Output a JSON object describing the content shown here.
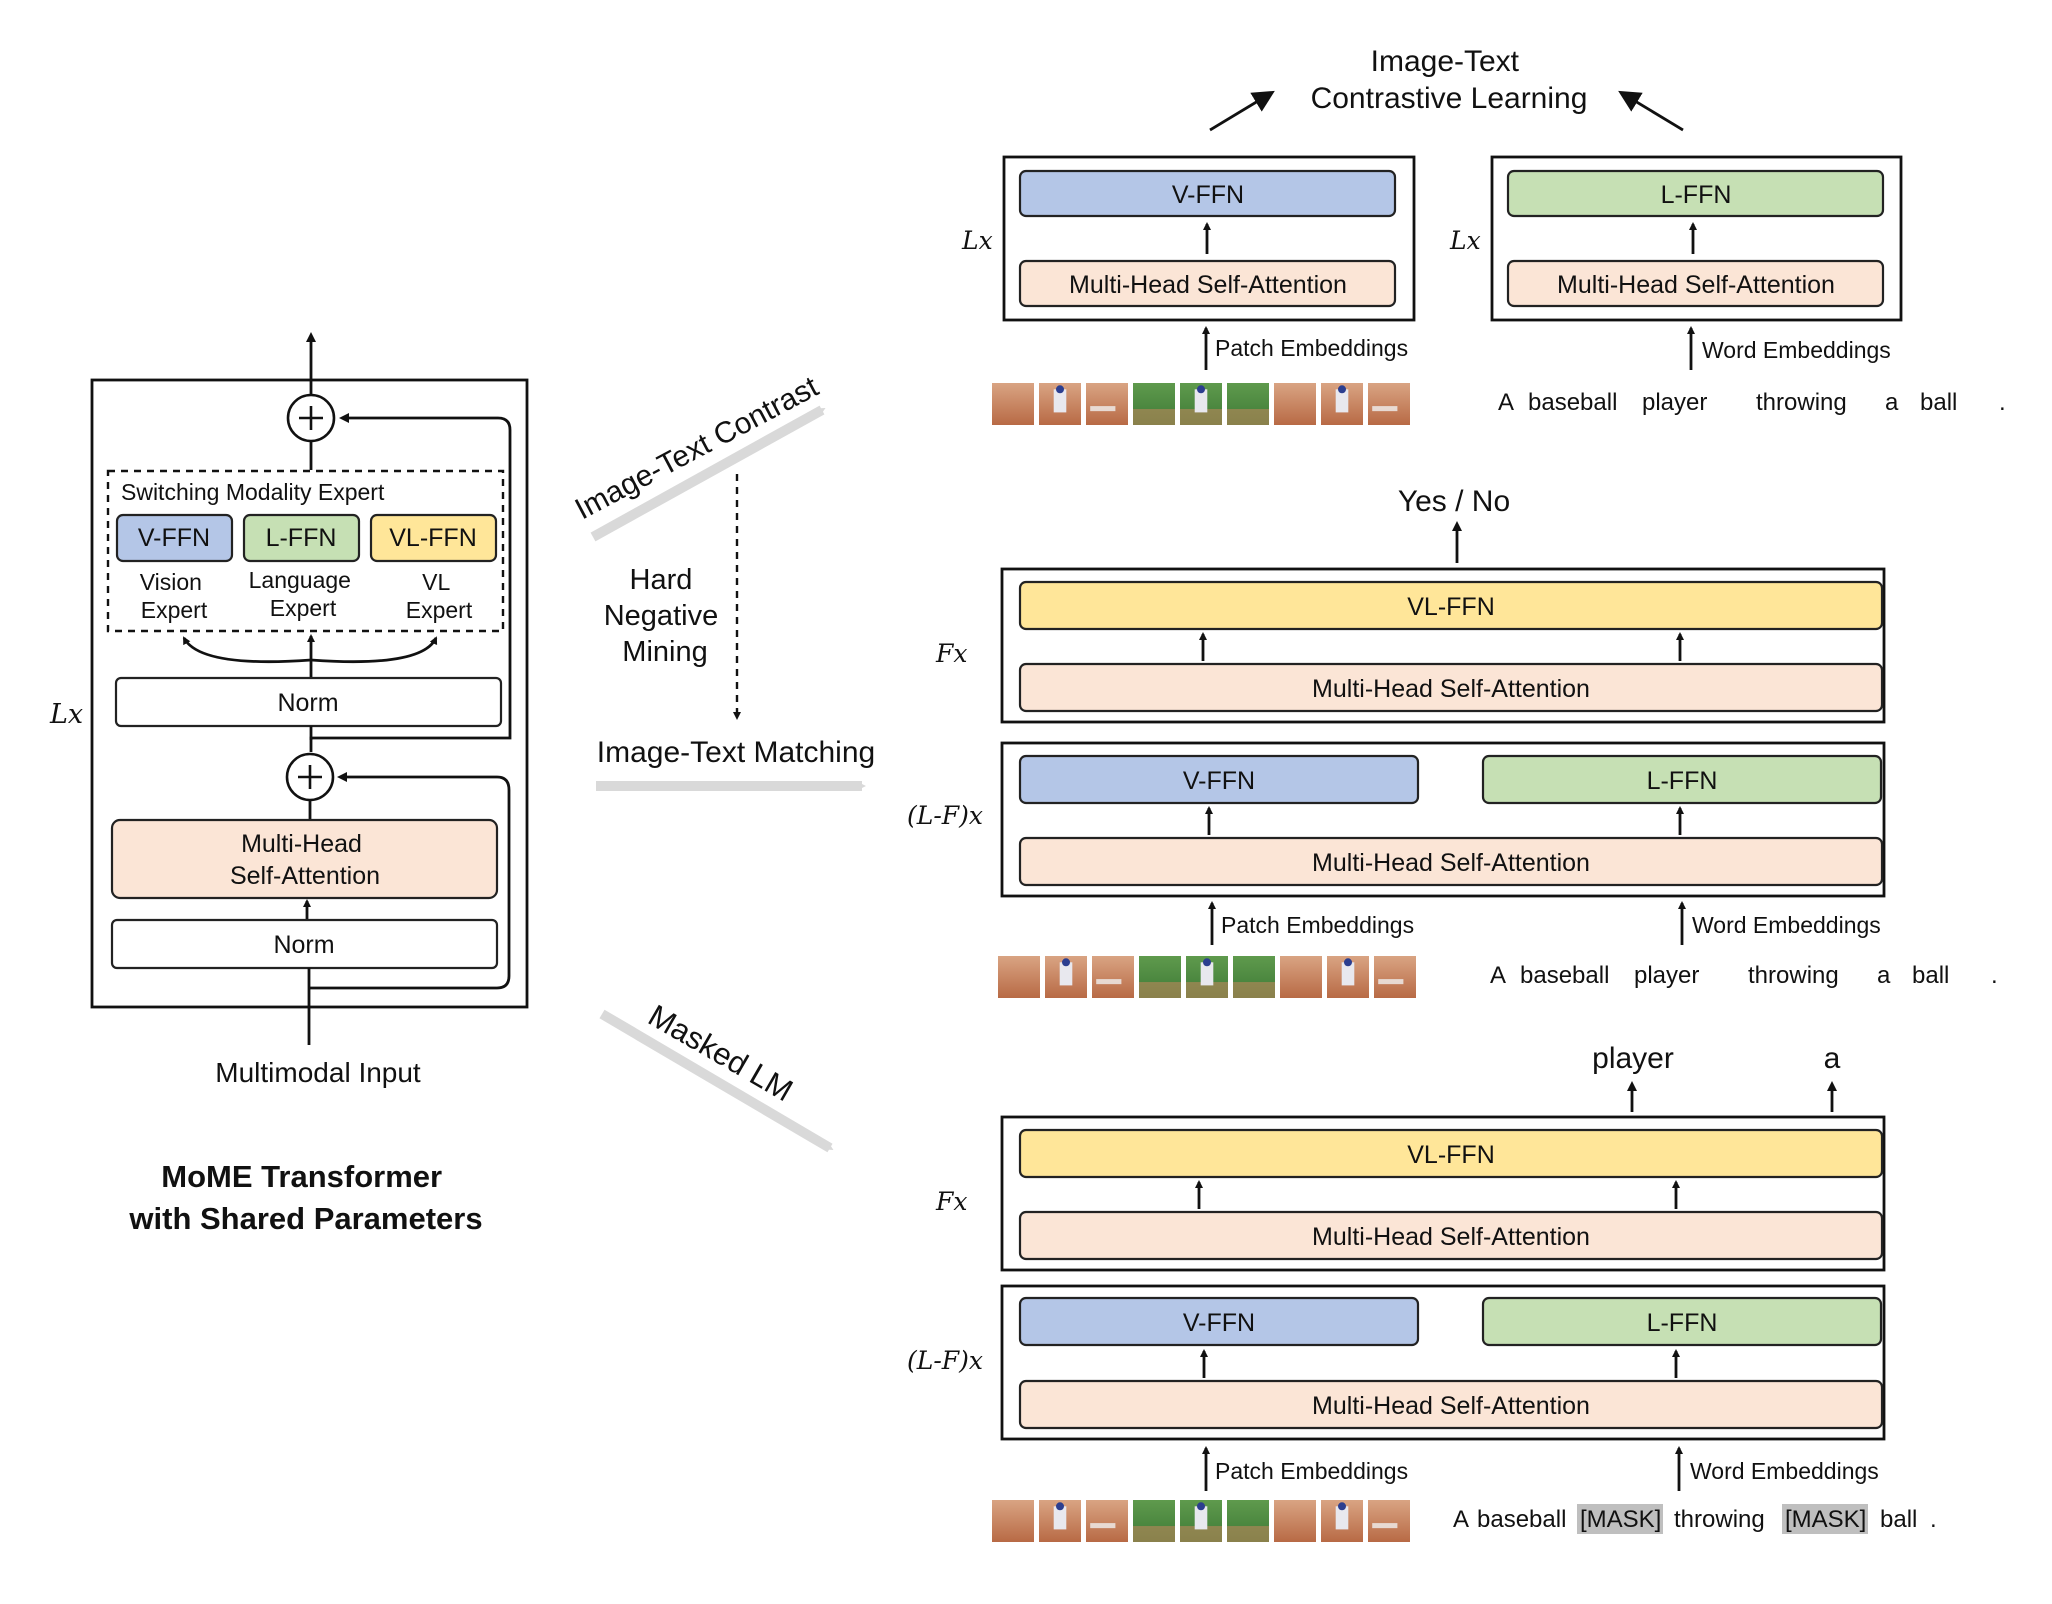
{
  "colors": {
    "vision": "#b4c6e7",
    "language": "#c6e0b4",
    "vl": "#ffe699",
    "attention": "#fbe5d6",
    "task_arrow": "#d9d9d9",
    "mask": "#bfbfbf"
  },
  "left": {
    "switching_label": "Switching Modality Expert",
    "v_ffn": "V-FFN",
    "l_ffn": "L-FFN",
    "vl_ffn": "VL-FFN",
    "vision_expert": [
      "Vision",
      "Expert"
    ],
    "language_expert": [
      "Language",
      "Expert"
    ],
    "vl_expert": [
      "VL",
      "Expert"
    ],
    "norm": "Norm",
    "mhsa": [
      "Multi-Head",
      "Self-Attention"
    ],
    "repeat": "Lx",
    "input": "Multimodal Input",
    "caption": [
      "MoME Transformer",
      "with Shared Parameters"
    ]
  },
  "tasks": {
    "contrast": "Image-Text Contrast",
    "hard_negative": [
      "Hard",
      "Negative",
      "Mining"
    ],
    "matching": "Image-Text Matching",
    "mlm": "Masked LM"
  },
  "itc": {
    "title": [
      "Image-Text",
      "Contrastive Learning"
    ],
    "v_ffn": "V-FFN",
    "l_ffn": "L-FFN",
    "mhsa": "Multi-Head Self-Attention",
    "repeat": "Lx",
    "patch_label": "Patch Embeddings",
    "word_label": "Word Embeddings",
    "sentence": [
      "A",
      "baseball",
      "player",
      "throwing",
      "a",
      "ball",
      "."
    ]
  },
  "itm": {
    "output": "Yes / No",
    "vl_ffn": "VL-FFN",
    "v_ffn": "V-FFN",
    "l_ffn": "L-FFN",
    "mhsa": "Multi-Head Self-Attention",
    "repeat_f": "Fx",
    "repeat_lf": "(L-F)x",
    "patch_label": "Patch Embeddings",
    "word_label": "Word Embeddings",
    "sentence": [
      "A",
      "baseball",
      "player",
      "throwing",
      "a",
      "ball",
      "."
    ]
  },
  "mlm": {
    "outputs": [
      "player",
      "a"
    ],
    "vl_ffn": "VL-FFN",
    "v_ffn": "V-FFN",
    "l_ffn": "L-FFN",
    "mhsa": "Multi-Head Self-Attention",
    "repeat_f": "Fx",
    "repeat_lf": "(L-F)x",
    "patch_label": "Patch Embeddings",
    "word_label": "Word Embeddings",
    "sentence": [
      "A",
      "baseball",
      "[MASK]",
      "throwing",
      "[MASK]",
      "ball",
      "."
    ]
  }
}
